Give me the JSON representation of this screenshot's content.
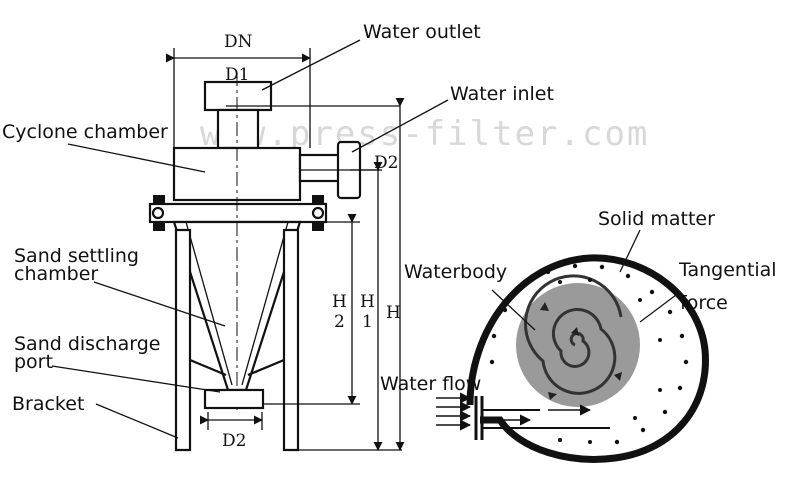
{
  "watermark": "www.press-filter.com",
  "labels": {
    "water_outlet": "Water outlet",
    "water_inlet": "Water inlet",
    "cyclone_chamber": "Cyclone chamber",
    "sand_settling_1": "Sand settling",
    "sand_settling_2": "chamber",
    "sand_discharge_1": "Sand discharge",
    "sand_discharge_2": "port",
    "bracket": "Bracket",
    "solid_matter": "Solid matter",
    "waterbody": "Waterbody",
    "tangential_1": "Tangential",
    "tangential_2": "force",
    "water_flow": "Water flow"
  },
  "dimensions": {
    "dn": "DN",
    "d1": "D1",
    "d2_inlet": "D2",
    "d2_bottom": "D2",
    "h2_a": "H",
    "h2_b": "2",
    "h1_a": "H",
    "h1_b": "1",
    "h": "H"
  }
}
